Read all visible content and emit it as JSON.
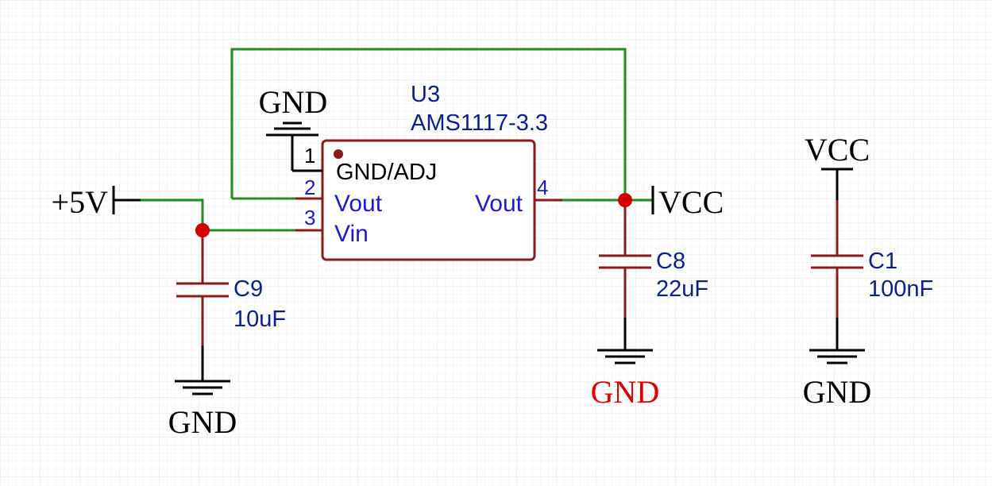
{
  "colors": {
    "grid": "#e6e6e6",
    "wire": "#1f8f1f",
    "component": "#8b1a1a",
    "junction": "#d40000",
    "pin_text": "#1a1ad6",
    "designator": "#0a1f8f",
    "black": "#000000",
    "highlight_red": "#e00000"
  },
  "regulator": {
    "designator": "U3",
    "value": "AMS1117-3.3",
    "pin_names": {
      "gnd_adj": "GND/ADJ",
      "vout_left": "Vout",
      "vin": "Vin",
      "vout_right": "Vout"
    },
    "pin_numbers": {
      "p1": "1",
      "p2": "2",
      "p3": "3",
      "p4": "4"
    }
  },
  "capacitors": {
    "c9": {
      "designator": "C9",
      "value": "10uF"
    },
    "c8": {
      "designator": "C8",
      "value": "22uF"
    },
    "c1": {
      "designator": "C1",
      "value": "100nF"
    }
  },
  "power_ports": {
    "input": "+5V",
    "vcc_out": "VCC",
    "vcc_c1": "VCC",
    "gnd_u3": "GND",
    "gnd_c9": "GND",
    "gnd_c8": "GND",
    "gnd_c1": "GND"
  }
}
